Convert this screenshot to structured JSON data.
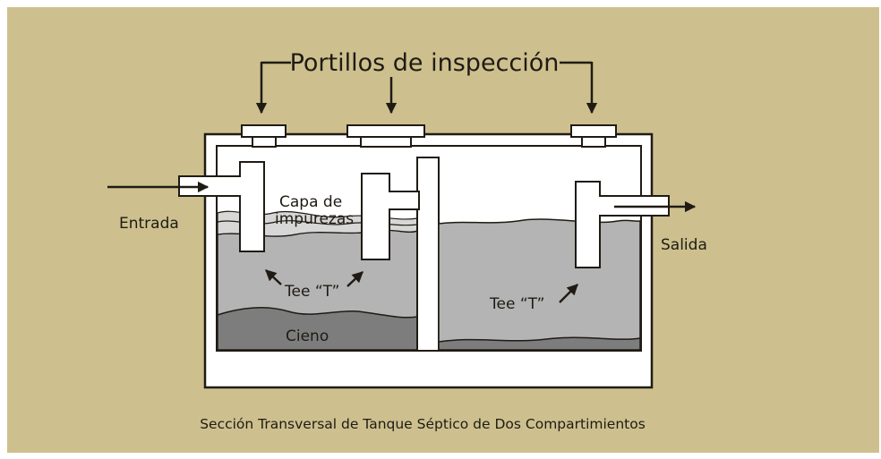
{
  "diagram": {
    "title": "Portillos de inspección",
    "labels": {
      "inlet": "Entrada",
      "outlet": "Salida",
      "scum": "Capa de impurezas",
      "scum_line1": "Capa de",
      "scum_line2": "impurezas",
      "tee_left": "Tee “T”",
      "tee_right": "Tee “T”",
      "sludge": "Cieno"
    },
    "caption": "Sección Transversal de Tanque Séptico de Dos Compartimientos"
  },
  "colors": {
    "background": "#cdc08e",
    "tank": "#ffffff",
    "outline": "#1f1b14",
    "liquid": "#b4b4b4",
    "sludge": "#7d7d7d"
  },
  "icons": [
    "arrow-icon"
  ]
}
